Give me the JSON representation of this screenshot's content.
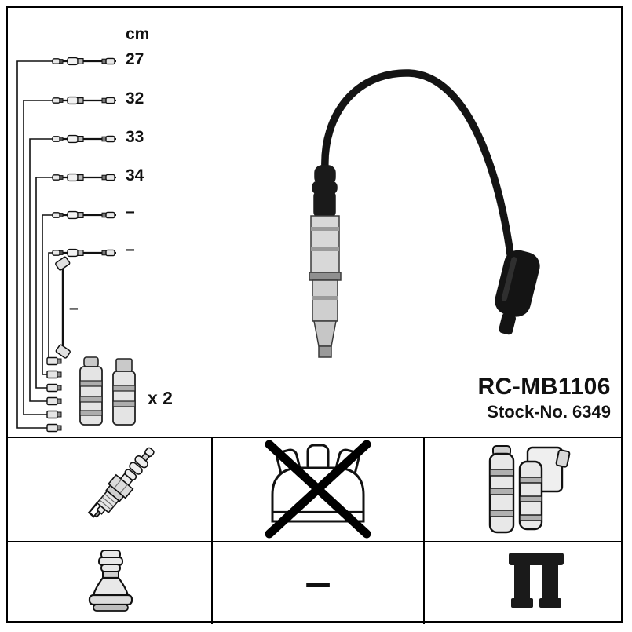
{
  "unit_header": "cm",
  "wire_lengths": [
    {
      "label": "27"
    },
    {
      "label": "32"
    },
    {
      "label": "33"
    },
    {
      "label": "34"
    },
    {
      "label": "–"
    },
    {
      "label": "–"
    }
  ],
  "coil_wire_length": "–",
  "boot_quantity": "x 2",
  "part": {
    "code": "RC-MB1106",
    "stock": "Stock-No. 6349"
  },
  "legend": {
    "dash": "–"
  },
  "icons": {
    "spark_plug": "spark-plug-icon",
    "distributor_cap_crossed_out": "distributor-cap-crossed-icon",
    "ignition_coil": "ignition-coil-icon",
    "plug_boot": "plug-boot-icon",
    "coil_connector": "coil-connector-icon",
    "wire_harness": "wire-harness-schematic",
    "ignition_cable": "ignition-cable-illustration"
  },
  "colors": {
    "ink": "#111111",
    "cable_black": "#141414",
    "metal_light": "#d8d8d8",
    "metal_mid": "#9a9a9a"
  }
}
